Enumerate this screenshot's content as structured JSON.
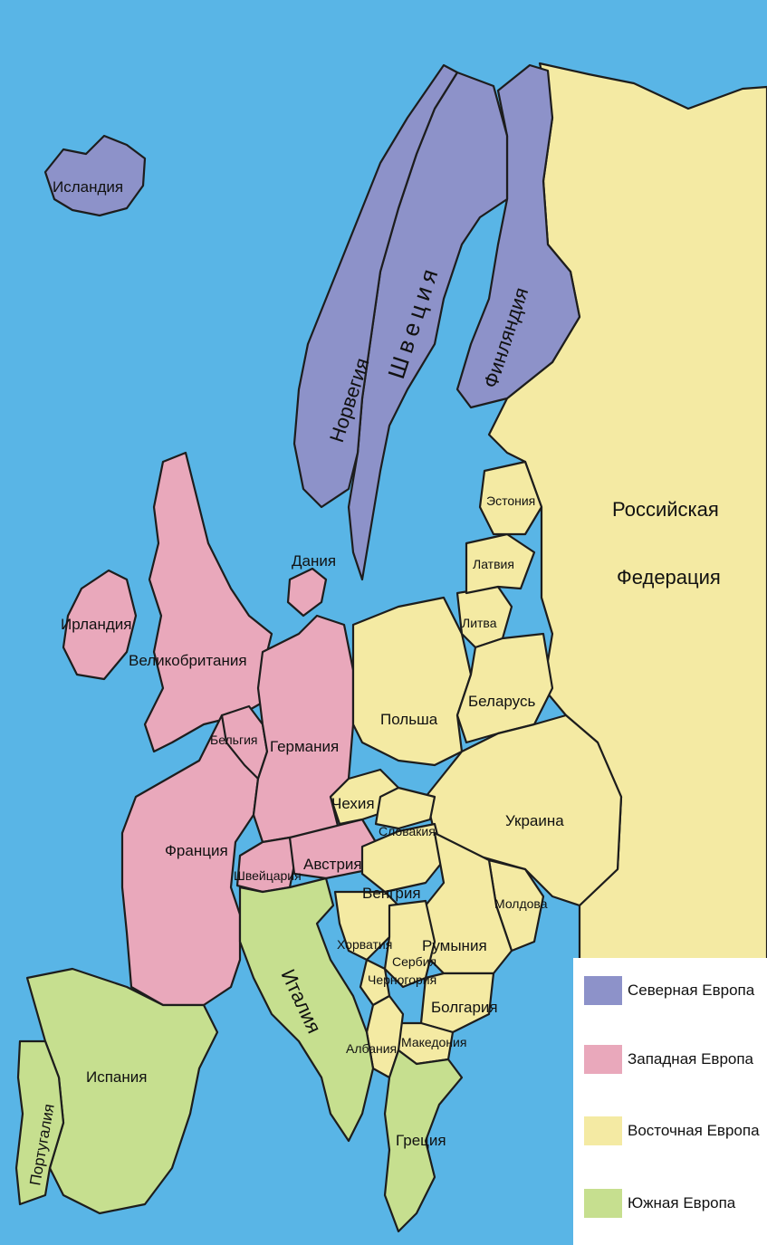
{
  "colors": {
    "sea": "#59b5e6",
    "north": "#8d92c9",
    "west": "#e9a8bb",
    "east": "#f4eaa3",
    "south": "#c6df8f"
  },
  "countries": {
    "iceland": "Исландия",
    "norway": "Норвегия",
    "sweden": "Швеция",
    "finland": "Финляндия",
    "russia_line1": "Российская",
    "russia_line2": "Федерация",
    "estonia": "Эстония",
    "latvia": "Латвия",
    "lithuania": "Литва",
    "denmark": "Дания",
    "ireland": "Ирландия",
    "uk": "Великобритания",
    "belgium": "Бельгия",
    "germany": "Германия",
    "poland": "Польша",
    "belarus": "Беларусь",
    "czechia": "Чехия",
    "slovakia": "Словакия",
    "ukraine": "Украина",
    "france": "Франция",
    "switzerland": "Швейцария",
    "austria": "Австрия",
    "hungary": "Венгрия",
    "moldova": "Молдова",
    "romania": "Румыния",
    "croatia": "Хорватия",
    "serbia": "Сербия",
    "montenegro": "Черногория",
    "bulgaria": "Болгария",
    "italy": "Италия",
    "albania": "Албания",
    "macedonia": "Македония",
    "greece": "Греция",
    "spain": "Испания",
    "portugal": "Португалия"
  },
  "legend": {
    "north": "Северная Европа",
    "west": "Западная Европа",
    "east": "Восточная Европа",
    "south": "Южная Европа"
  }
}
